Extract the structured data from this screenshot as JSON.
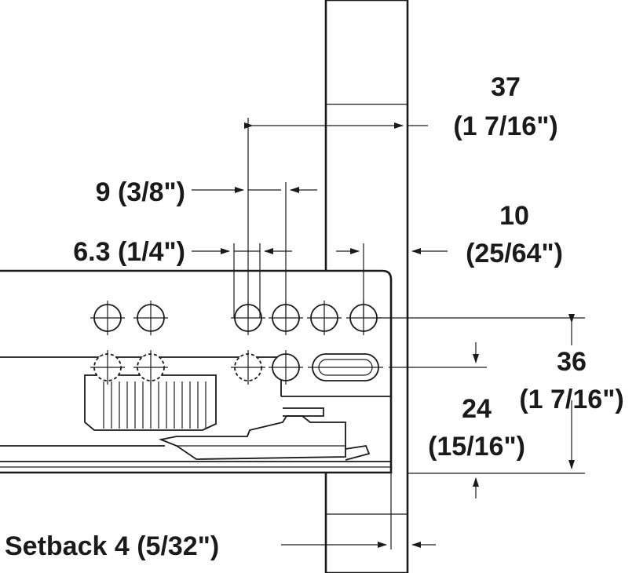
{
  "dimensions": {
    "width_37": {
      "value": "37",
      "imperial": "(1 7/16\")"
    },
    "spacing_9": {
      "label": "9 (3/8\")"
    },
    "offset_6_3": {
      "label": "6.3 (1/4\")"
    },
    "offset_10": {
      "value": "10",
      "imperial": "(25/64\")"
    },
    "height_36": {
      "value": "36",
      "imperial": "(1 7/16\")"
    },
    "height_24": {
      "value": "24",
      "imperial": "(15/16\")"
    },
    "setback": {
      "label": "Setback 4 (5/32\")"
    }
  }
}
